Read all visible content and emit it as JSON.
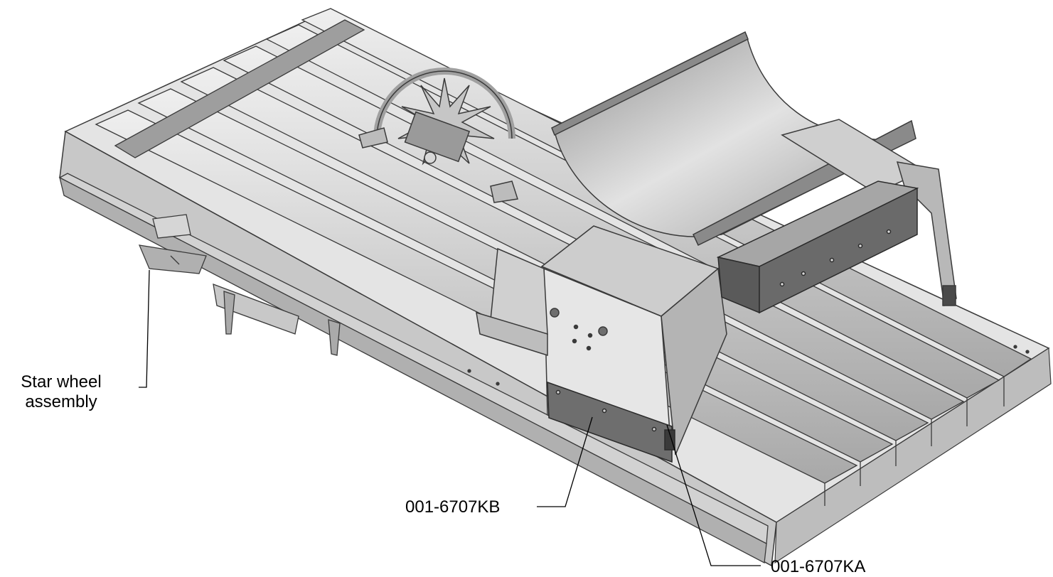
{
  "labels": {
    "star_wheel_line1": "Star wheel",
    "star_wheel_line2": "assembly",
    "part_kb": "001-6707KB",
    "part_ka": "001-6707KA"
  },
  "colors": {
    "background": "#ffffff",
    "part_light": "#dcdcdc",
    "part_mid": "#b4b4b4",
    "part_dark": "#6e6e6e",
    "outline": "#3a3a3a",
    "leader": "#000000"
  }
}
